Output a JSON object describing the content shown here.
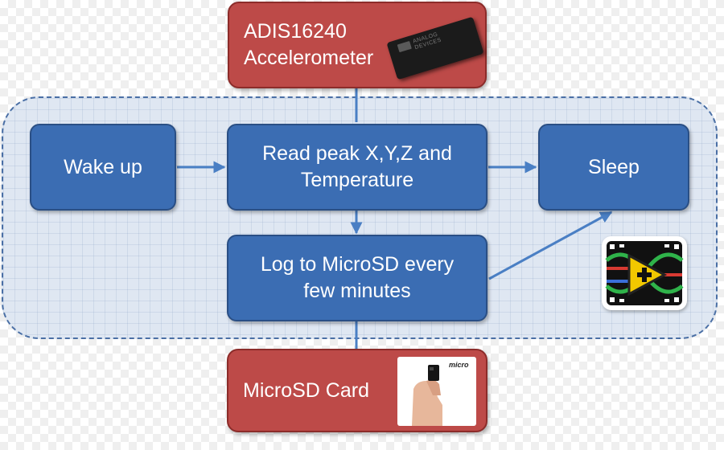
{
  "diagram": {
    "nodes": {
      "accelerometer": {
        "label": "ADIS16240\nAccelerometer",
        "color": "#bd4a48"
      },
      "microsd_card": {
        "label": "MicroSD Card",
        "color": "#bd4a48"
      },
      "wake_up": {
        "label": "Wake up",
        "color": "#3b6db3"
      },
      "read_peak": {
        "label": "Read peak X,Y,Z and\nTemperature",
        "color": "#3b6db3"
      },
      "sleep": {
        "label": "Sleep",
        "color": "#3b6db3"
      },
      "log": {
        "label": "Log to MicroSD every\nfew minutes",
        "color": "#3b6db3"
      }
    },
    "edges": [
      {
        "from": "accelerometer",
        "to": "read_peak",
        "style": "line"
      },
      {
        "from": "wake_up",
        "to": "read_peak",
        "style": "arrow"
      },
      {
        "from": "read_peak",
        "to": "sleep",
        "style": "arrow"
      },
      {
        "from": "read_peak",
        "to": "log",
        "style": "arrow"
      },
      {
        "from": "log",
        "to": "sleep",
        "style": "arrow"
      },
      {
        "from": "log",
        "to": "microsd_card",
        "style": "line"
      }
    ],
    "chip_marking": "ANALOG\nDEVICES",
    "sd_logo_text": "micro",
    "icons": {
      "chip": "accelerometer-chip-icon",
      "microsd": "microsd-card-photo",
      "labview": "labview-logo-icon"
    }
  }
}
